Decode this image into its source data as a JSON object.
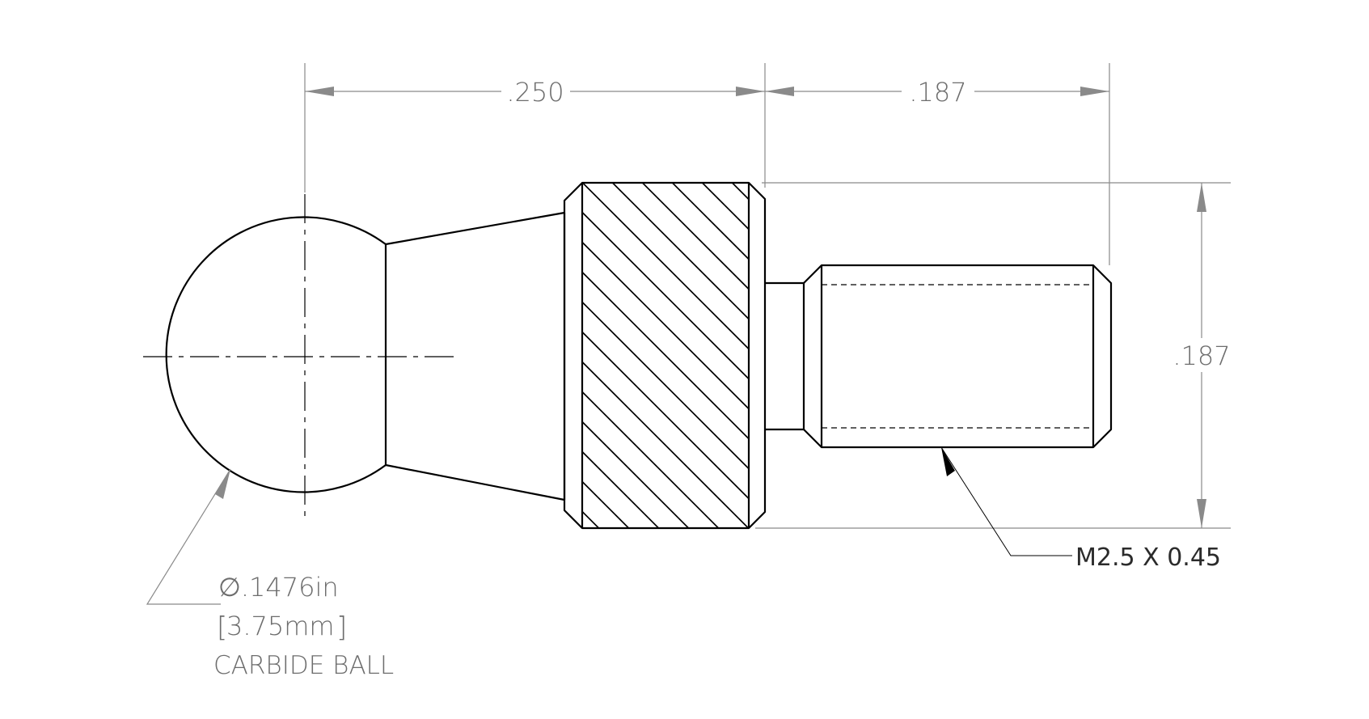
{
  "drawing": {
    "dimensions": {
      "taper_length": ".250",
      "thread_length": ".187",
      "knurl_diameter": ".187"
    },
    "callouts": {
      "thread": "M2.5 X 0.45",
      "ball_diameter_in": "∅.1476in",
      "ball_diameter_mm": "3.75mm",
      "ball_material": "CARBIDE BALL"
    },
    "colors": {
      "part_lines": "#000000",
      "dimension_lines": "#8a8a8a",
      "dimension_text": "#6d6d6d"
    }
  }
}
